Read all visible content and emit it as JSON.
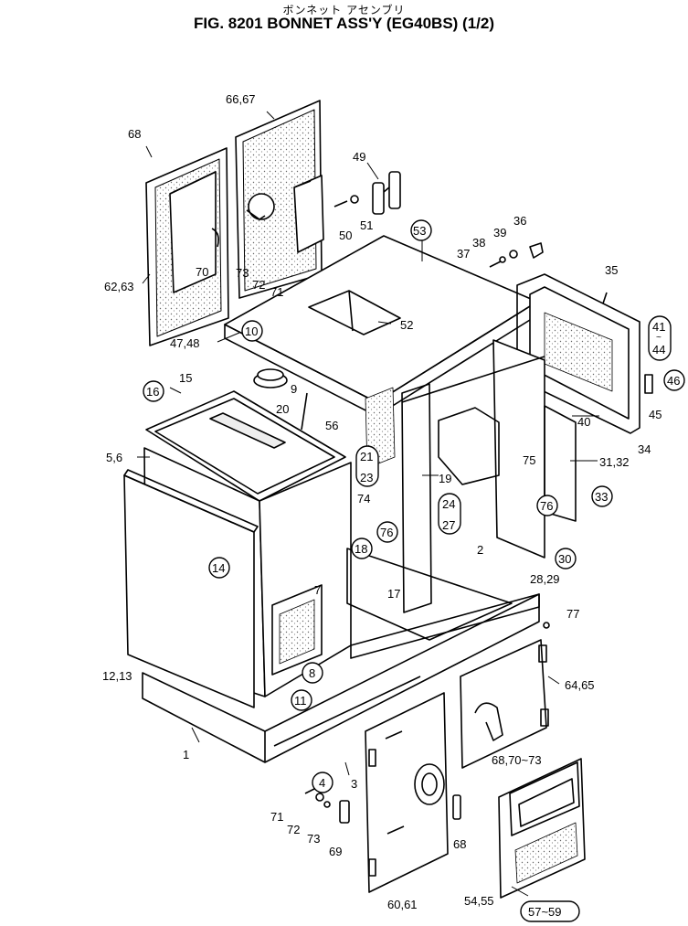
{
  "title_jp": "ボンネット アセンブリ",
  "title": "FIG. 8201  BONNET ASS'Y (EG40BS) (1/2)",
  "callouts": [
    {
      "label": "66,67"
    },
    {
      "label": "68"
    },
    {
      "label": "49"
    },
    {
      "label": "53"
    },
    {
      "label": "36"
    },
    {
      "label": "39"
    },
    {
      "label": "38"
    },
    {
      "label": "37"
    },
    {
      "label": "50"
    },
    {
      "label": "51"
    },
    {
      "label": "35"
    },
    {
      "label": "70"
    },
    {
      "label": "73"
    },
    {
      "label": "72"
    },
    {
      "label": "71"
    },
    {
      "label": "62,63"
    },
    {
      "label": "52"
    },
    {
      "label": "47,48"
    },
    {
      "label": "10"
    },
    {
      "label": "41"
    },
    {
      "label": "44"
    },
    {
      "label": "46"
    },
    {
      "label": "45"
    },
    {
      "label": "15"
    },
    {
      "label": "16"
    },
    {
      "label": "9"
    },
    {
      "label": "20"
    },
    {
      "label": "56"
    },
    {
      "label": "40"
    },
    {
      "label": "34"
    },
    {
      "label": "5,6"
    },
    {
      "label": "21"
    },
    {
      "label": "23"
    },
    {
      "label": "19"
    },
    {
      "label": "75"
    },
    {
      "label": "31,32"
    },
    {
      "label": "76"
    },
    {
      "label": "33"
    },
    {
      "label": "74"
    },
    {
      "label": "24"
    },
    {
      "label": "27"
    },
    {
      "label": "76"
    },
    {
      "label": "18"
    },
    {
      "label": "2"
    },
    {
      "label": "14"
    },
    {
      "label": "30"
    },
    {
      "label": "28,29"
    },
    {
      "label": "7"
    },
    {
      "label": "17"
    },
    {
      "label": "77"
    },
    {
      "label": "12,13"
    },
    {
      "label": "8"
    },
    {
      "label": "64,65"
    },
    {
      "label": "11"
    },
    {
      "label": "1"
    },
    {
      "label": "68,70~73"
    },
    {
      "label": "4"
    },
    {
      "label": "3"
    },
    {
      "label": "71"
    },
    {
      "label": "72"
    },
    {
      "label": "73"
    },
    {
      "label": "69"
    },
    {
      "label": "68"
    },
    {
      "label": "60,61"
    },
    {
      "label": "54,55"
    },
    {
      "label": "57~59"
    }
  ]
}
